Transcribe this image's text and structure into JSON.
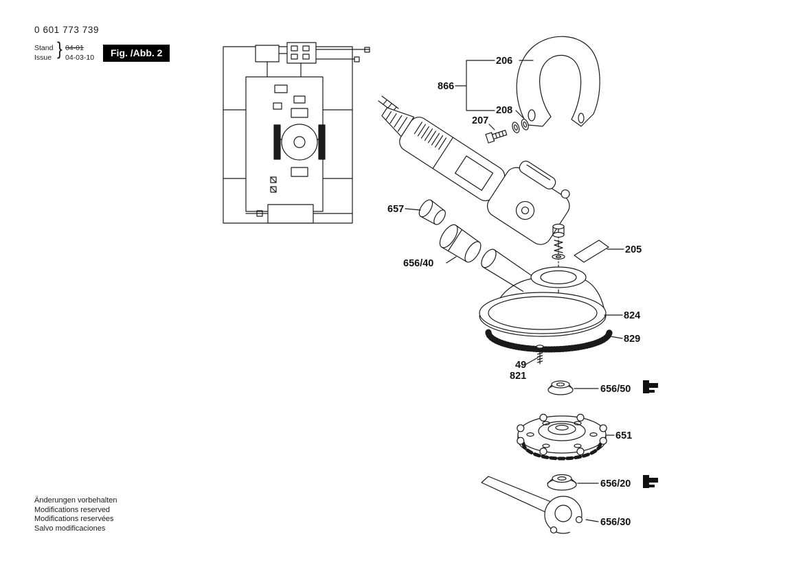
{
  "header": {
    "part_number": "0 601 773 739",
    "stand_label": "Stand",
    "issue_label": "Issue",
    "brace": "}",
    "stand_date": "04-01",
    "issue_date": "04-03-10",
    "figure_label": "Fig. /Abb. 2"
  },
  "callouts": {
    "c206": "206",
    "c866": "866",
    "c208": "208",
    "c207": "207",
    "c657": "657",
    "c656_40": "656/40",
    "c205": "205",
    "c824": "824",
    "c829": "829",
    "c49": "49",
    "c821": "821",
    "c656_50": "656/50",
    "c651": "651",
    "c656_20": "656/20",
    "c656_30": "656/30"
  },
  "icons": {
    "accessory_marker": "clamp-accessory-icon"
  },
  "footer": {
    "lines": [
      "Änderungen vorbehalten",
      "Modifications reserved",
      "Modifications reservées",
      "Salvo modificaciones"
    ]
  },
  "colors": {
    "ink": "#1a1a1a",
    "background": "#ffffff",
    "figure_box_bg": "#000000",
    "figure_box_text": "#ffffff"
  }
}
